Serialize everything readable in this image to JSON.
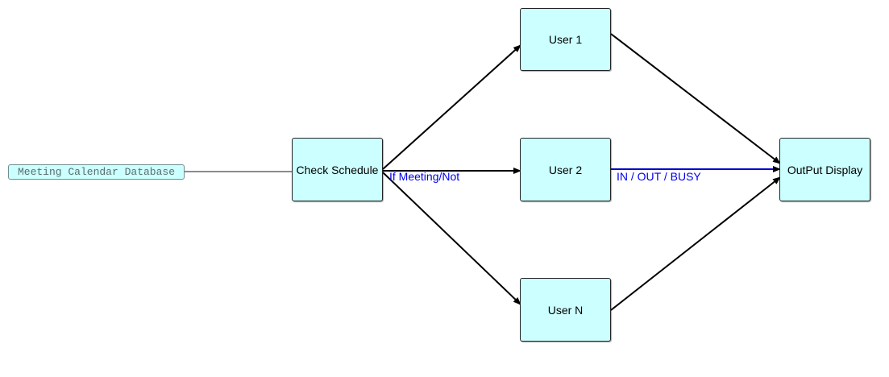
{
  "colors": {
    "node_fill": "#ccffff",
    "edge": "#000000",
    "highlight_edge": "#0000cc",
    "label": "#0000ee",
    "db_line": "#8c8c8c"
  },
  "nodes": {
    "database": "Meeting Calendar Database",
    "check_schedule": "Check Schedule",
    "user_1": "User 1",
    "user_2": "User 2",
    "user_n": "User N",
    "output_display": "OutPut Display"
  },
  "edge_labels": {
    "meeting_status": "If Meeting/Not",
    "presence_status": "IN / OUT / BUSY"
  }
}
